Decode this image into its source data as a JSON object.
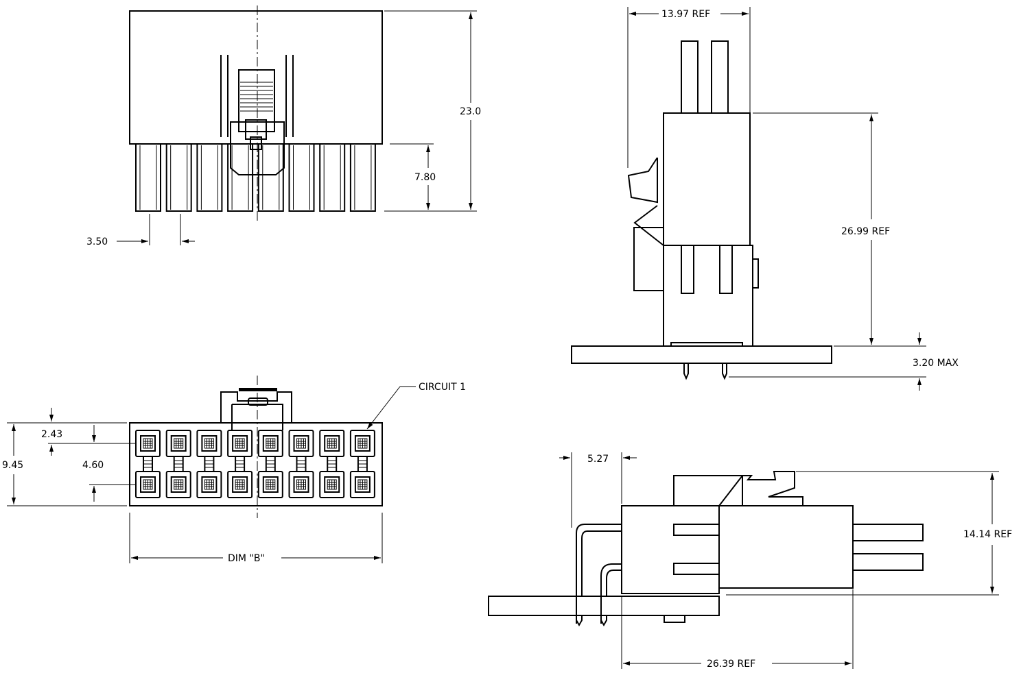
{
  "drawing": {
    "top_view": {
      "height_total": "23.0",
      "pin_length": "7.80",
      "pin_pitch": "3.50",
      "pin_count": 8
    },
    "side_view": {
      "width_ref": "13.97  REF",
      "height_ref": "26.99  REF",
      "pcb_max": "3.20  MAX"
    },
    "front_view": {
      "offset_top": "2.43",
      "row_pitch": "4.60",
      "height": "9.45",
      "dim_b": "DIM  \"B\"",
      "circuit_label": "CIRCUIT  1",
      "columns": 8,
      "rows": 2
    },
    "right_angle_view": {
      "offset": "5.27",
      "height_ref": "14.14  REF",
      "length_ref": "26.39  REF"
    }
  },
  "colors": {
    "line": "#000000",
    "background": "#ffffff"
  }
}
